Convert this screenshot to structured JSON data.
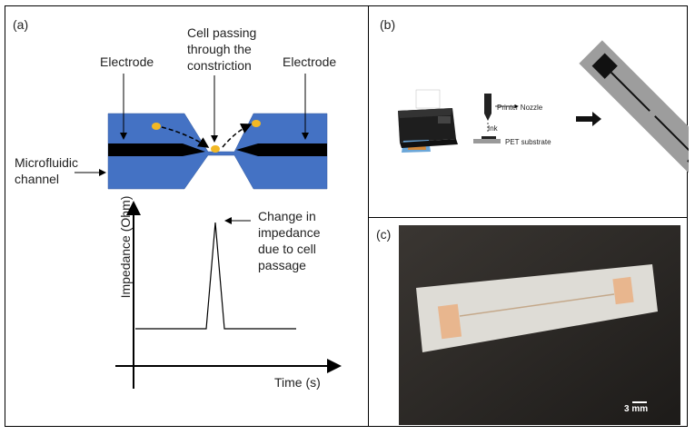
{
  "panel_a": {
    "tag": "(a)",
    "label_cell_line1": "Cell passing",
    "label_cell_line2": "through the",
    "label_cell_line3": "constriction",
    "label_electrode_left": "Electrode",
    "label_electrode_right": "Electrode",
    "label_channel_line1": "Microfluidic",
    "label_channel_line2": "channel",
    "label_change_line1": "Change in",
    "label_change_line2": "impedance",
    "label_change_line3": "due to cell",
    "label_change_line4": "passage",
    "axis_y_label": "Impedance (Ohm)",
    "axis_x_label": "Time (s)",
    "channel_color": "#4472c4",
    "cell_color": "#f2b824"
  },
  "panel_b": {
    "tag": "(b)",
    "label_nozzle": "Printer Nozzle",
    "label_ink": "Ink",
    "label_substrate": "PET substrate"
  },
  "panel_c": {
    "tag": "(c)",
    "scale_label": "3 mm"
  }
}
